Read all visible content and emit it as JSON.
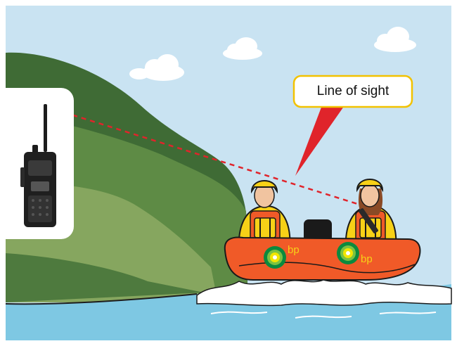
{
  "callout": {
    "label": "Line of sight"
  },
  "boat": {
    "logo_text_left": "bp",
    "logo_text_right": "bp"
  },
  "colors": {
    "sky": "#c9e3f2",
    "hill_dark": "#3f6b35",
    "hill_mid": "#5e8b45",
    "hill_light": "#86a65f",
    "water": "#7ec8e3",
    "boat": "#f05a28",
    "sight_line": "#e0242b",
    "callout_border": "#f2c200",
    "helmet": "#f7d117",
    "suit": "#f7d117"
  },
  "icons": {
    "radio": "handheld-radio-icon",
    "bp_logo": "bp-helios-logo"
  }
}
